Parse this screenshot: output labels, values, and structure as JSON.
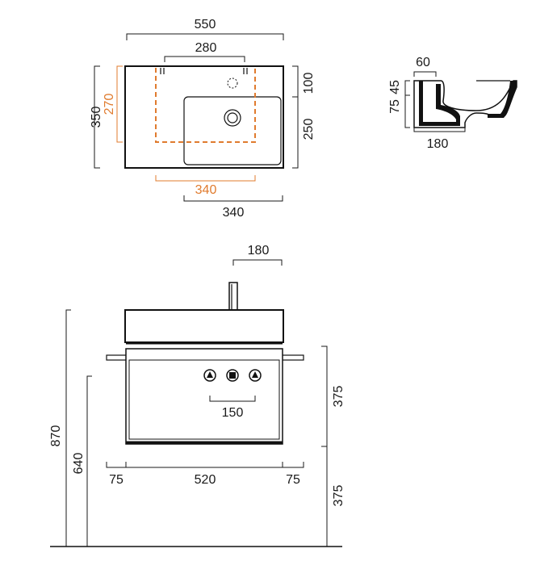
{
  "top_view": {
    "width_total": "550",
    "tap_spacing": "280",
    "depth_total": "350",
    "depth_rear": "100",
    "depth_bowl": "250",
    "cabinet_depth": "270",
    "cabinet_width": "340",
    "bowl_width": "340"
  },
  "section_view": {
    "rim_offset": "60",
    "height_upper": "45",
    "height_lower": "75",
    "bowl_depth": "180"
  },
  "front_view": {
    "tap_offset": "180",
    "total_height": "870",
    "rail_height": "640",
    "upper_drop": "375",
    "lower_drop": "375",
    "left_overhang": "75",
    "frame_width": "520",
    "right_overhang": "75",
    "control_spacing": "150"
  },
  "colors": {
    "line": "#1a1a1a",
    "accent": "#e07b2e"
  }
}
